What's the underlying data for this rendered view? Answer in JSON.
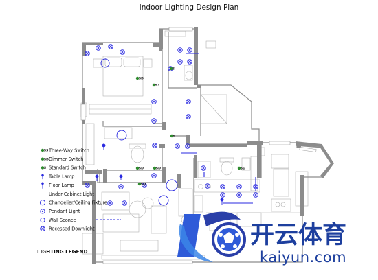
{
  "title": "Indoor Lighting Design Plan",
  "legend": {
    "heading": "LIGHTING LEGEND",
    "items": [
      {
        "key": "three_way",
        "label": "Three-Way Switch",
        "code": "S3"
      },
      {
        "key": "dimmer",
        "label": "Dimmer Switch",
        "code": "SD"
      },
      {
        "key": "standard",
        "label": "Standard Switch",
        "code": "S"
      },
      {
        "key": "table_lamp",
        "label": "Table Lamp"
      },
      {
        "key": "floor_lamp",
        "label": "Floor Lamp"
      },
      {
        "key": "under_cabinet",
        "label": "Under-Cabinet Light"
      },
      {
        "key": "chandelier",
        "label": "Chandelier/Ceiling Fixture"
      },
      {
        "key": "pendant",
        "label": "Pendant Light"
      },
      {
        "key": "sconce",
        "label": "Wall Sconce"
      },
      {
        "key": "downlight",
        "label": "Recessed Downlight"
      }
    ]
  },
  "colors": {
    "wall": "#8c8c8c",
    "symbol": "#2a2ae0",
    "switch": "#2e8b2e",
    "fixture": "#b0b0b0"
  },
  "watermark": {
    "brand_cn": "开云体育",
    "brand_en": "kaiyun.com"
  }
}
